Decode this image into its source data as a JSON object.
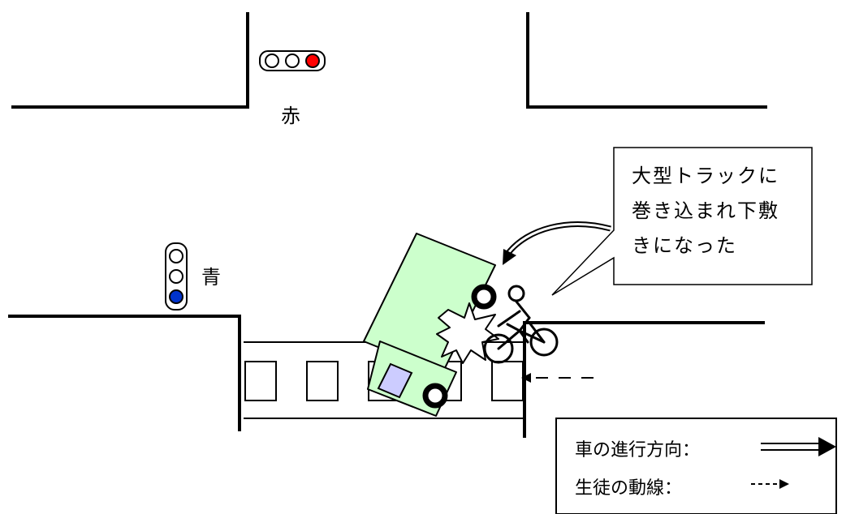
{
  "signals": {
    "top": {
      "label": "赤",
      "lamps": [
        "white",
        "white",
        "red"
      ]
    },
    "left": {
      "label": "青",
      "lamps": [
        "white",
        "white",
        "blue"
      ]
    }
  },
  "callout": {
    "lines": [
      "大型トラックに",
      "巻き込まれ下敷",
      "きになった"
    ]
  },
  "legend": {
    "vehicle_direction": "車の進行方向：",
    "student_path": "生徒の動線："
  },
  "colors": {
    "truck": "#ccffcc",
    "truck_window": "#ccccff",
    "signal_red": "#ff0000",
    "signal_blue": "#0033cc"
  }
}
